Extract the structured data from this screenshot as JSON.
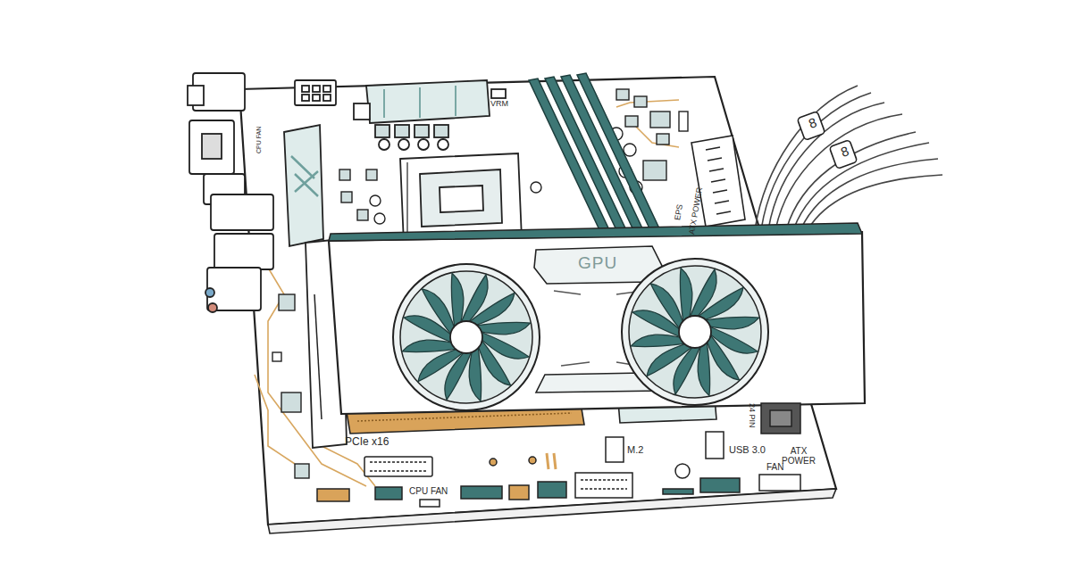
{
  "diagram": {
    "nodes": [
      {
        "text": [
          "GPU"
        ]
      }
    ],
    "labels": [
      "VRM",
      "CPU FAN",
      "8",
      "8",
      "EPS",
      "ATX POWER",
      "PCIe x16",
      "M.2",
      "USB 3.0",
      "24 PIN",
      "ATX POWER",
      "FAN",
      "CPU FAN"
    ]
  }
}
